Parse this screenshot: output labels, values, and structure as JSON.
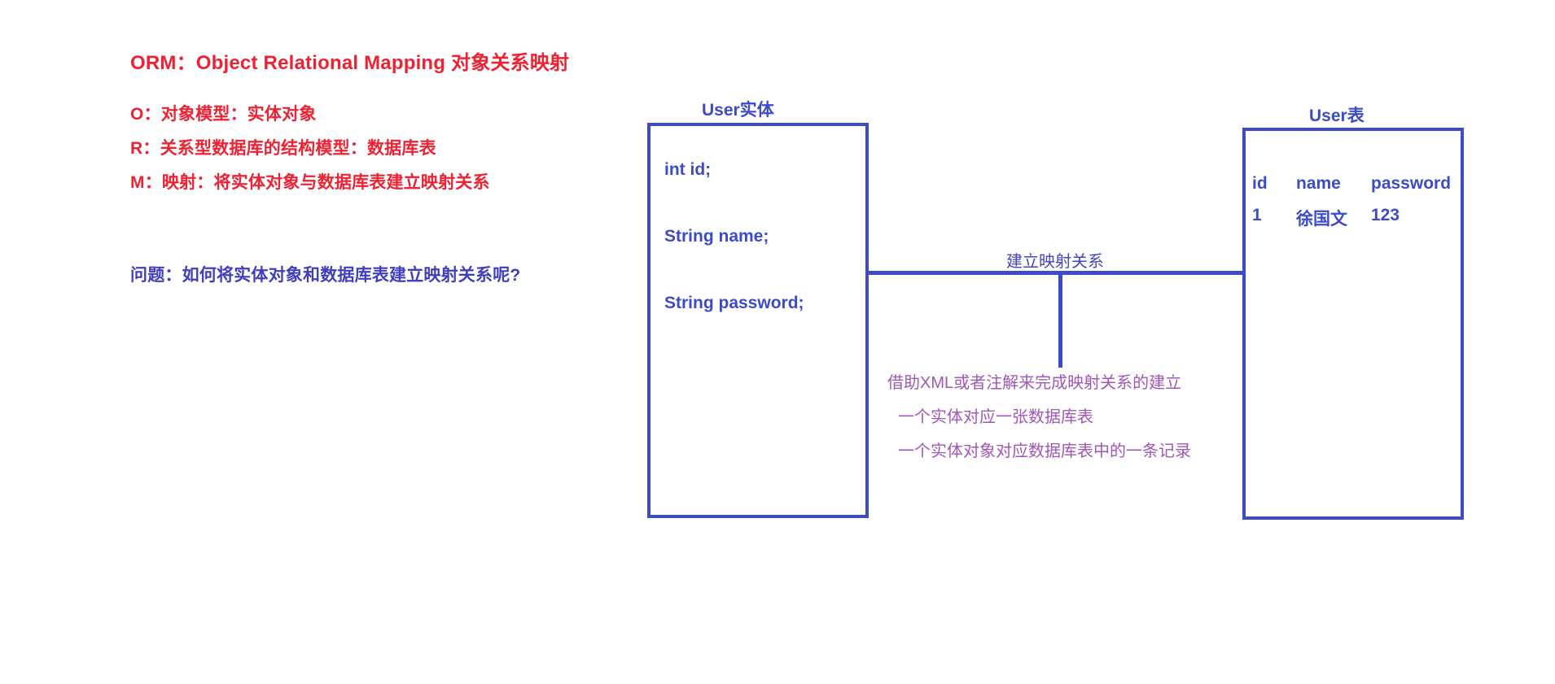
{
  "notes": {
    "title": "ORM：Object Relational Mapping 对象关系映射",
    "lines": [
      "O：对象模型：实体对象",
      "R：关系型数据库的结构模型：数据库表",
      "M：映射：将实体对象与数据库表建立映射关系"
    ],
    "question": "问题：如何将实体对象和数据库表建立映射关系呢?"
  },
  "entity": {
    "title": "User实体",
    "fields": [
      "int id;",
      "String name;",
      "String password;"
    ]
  },
  "table": {
    "title": "User表",
    "columns": [
      "id",
      "name",
      "password"
    ],
    "rows": [
      [
        "1",
        "徐国文",
        "123"
      ]
    ]
  },
  "connector": {
    "label": "建立映射关系"
  },
  "annotations": [
    "借助XML或者注解来完成映射关系的建立",
    "一个实体对应一张数据库表",
    "一个实体对象对应数据库表中的一条记录"
  ],
  "colors": {
    "red": "#ee2233",
    "blue": "#3d4bc8",
    "question_blue": "#3f3fc0",
    "purple": "#a057b8",
    "background": "#ffffff"
  }
}
